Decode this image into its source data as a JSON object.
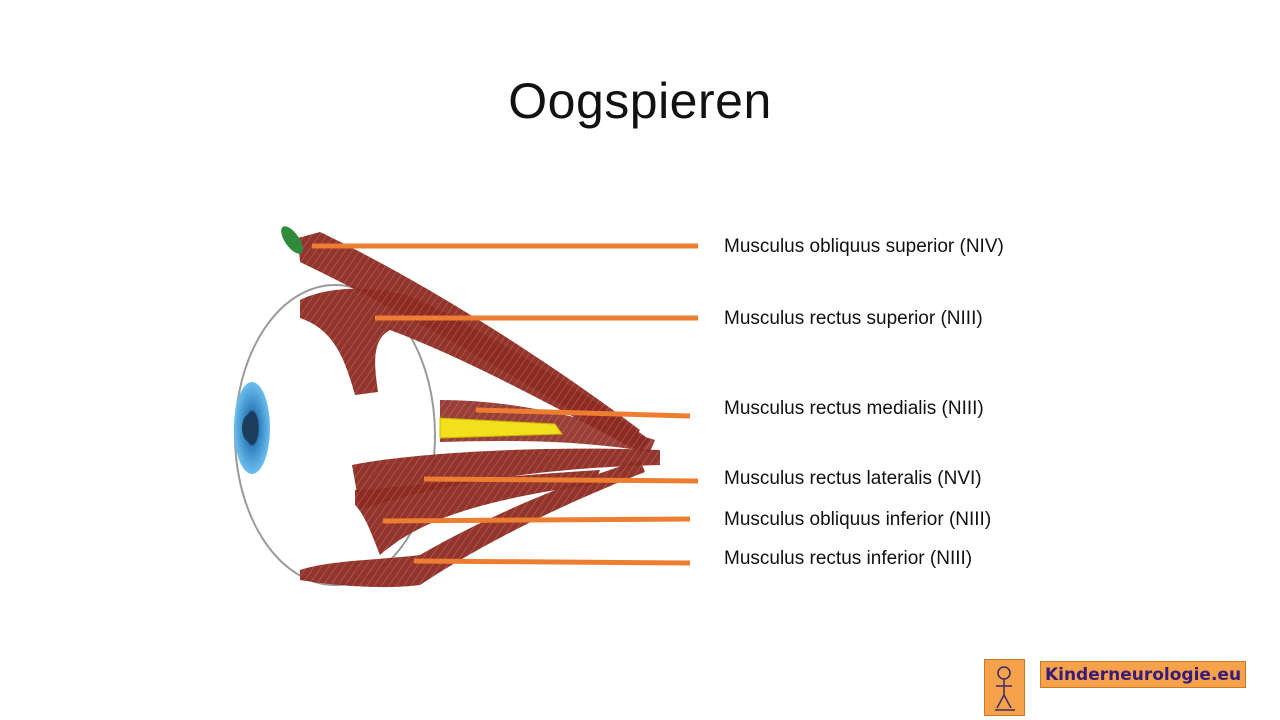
{
  "slide": {
    "title": "Oogspieren"
  },
  "labels": [
    {
      "text": "Musculus obliquus superior (NIV)"
    },
    {
      "text": "Musculus rectus superior (NIII)"
    },
    {
      "text": "Musculus rectus medialis (NIII)"
    },
    {
      "text": "Musculus rectus lateralis (NVI)"
    },
    {
      "text": "Musculus obliquus inferior (NIII)"
    },
    {
      "text": "Musculus rectus inferior (NIII)"
    }
  ],
  "logo": {
    "text": "Kinderneurologie.eu",
    "icon": "child-figure-icon"
  },
  "colors": {
    "muscle": "#8b2a22",
    "leader_line": "#ed7d31",
    "iris": "#4aa3df",
    "pupil": "#1d3d5c",
    "trochlea": "#2e8b3a",
    "optic_nerve": "#f2e01c",
    "logo_bg": "#f5a24b",
    "logo_text": "#3a1a7a"
  }
}
